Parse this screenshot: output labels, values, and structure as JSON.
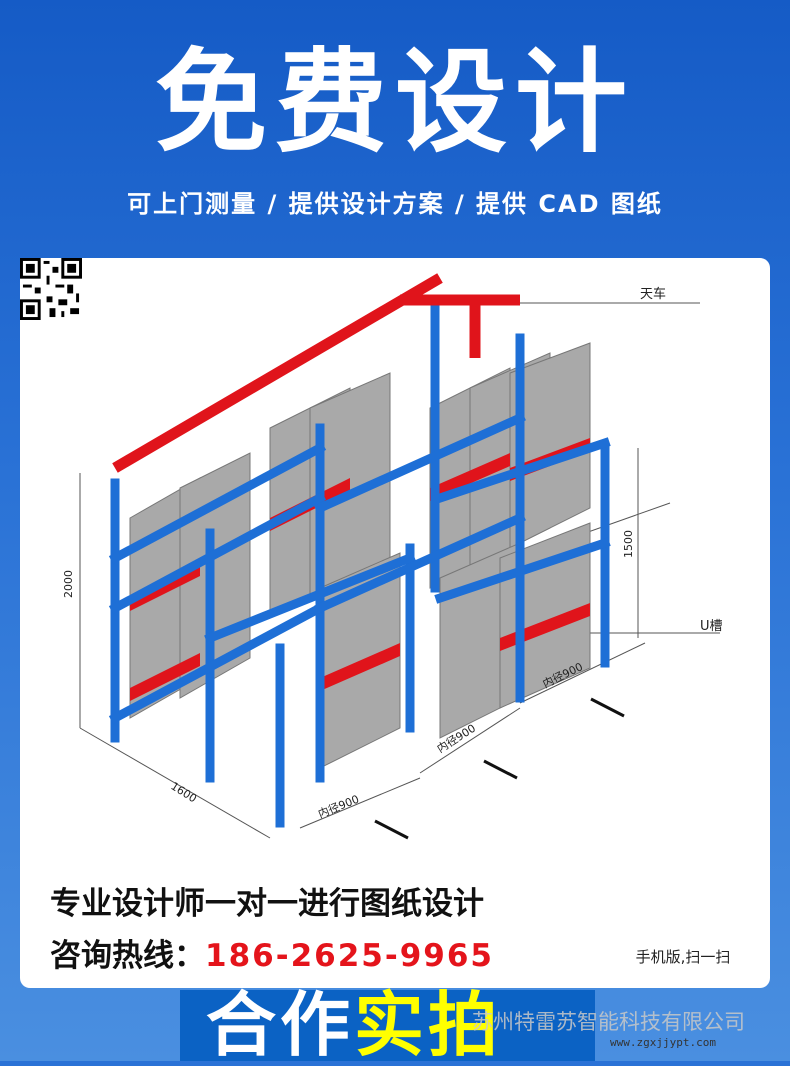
{
  "header": {
    "title": "免费设计",
    "subtitle": "可上门测量 / 提供设计方案 / 提供 CAD 图纸"
  },
  "drawing": {
    "label_crane": "天车",
    "label_channel": "U槽",
    "dim_height": "2000",
    "dim_height2": "1500",
    "dim_depth": "1600",
    "dim_width_1": "内径900",
    "dim_width_2": "内径900",
    "dim_width_3": "内径900"
  },
  "info": {
    "line1": "专业设计师一对一进行图纸设计",
    "hotline_label": "咨询热线：",
    "hotline": "186-2625-9965",
    "qr_caption": "手机版,扫一扫"
  },
  "footer": {
    "banner_white": "合作",
    "banner_yellow": "实拍",
    "watermark": "苏州特雷苏智能科技有限公司",
    "watermark_url": "www.zgxjjypt.com"
  },
  "colors": {
    "rack_blue": "#1e6fd6",
    "crane_red": "#e0141b",
    "plate_gray": "#a9a9a9",
    "phone_red": "#e4141b"
  }
}
